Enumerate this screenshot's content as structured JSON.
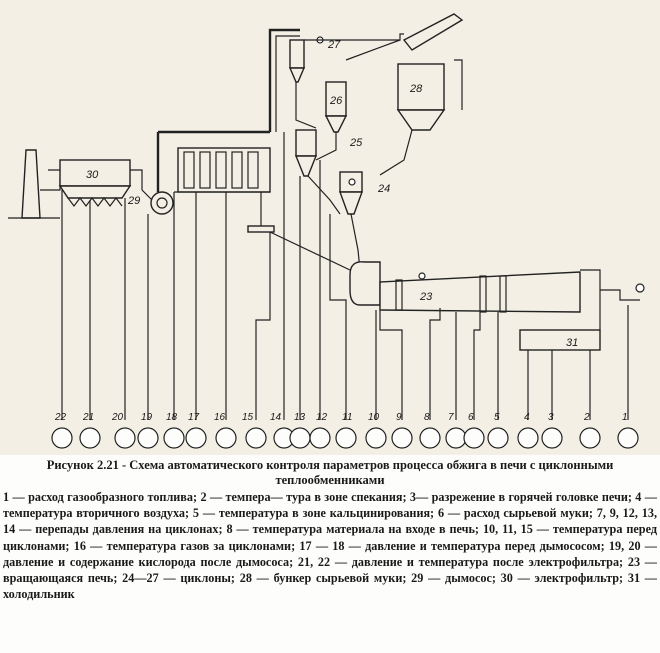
{
  "caption": "Рисунок 2.21 - Схема автоматического контроля параметров процесса обжига в печи с циклонными теплообменниками",
  "legend": "1 — расход газообразного топлива; 2 — темпера— тура в зоне спекания; 3— разрежение в горячей головке печи; 4 — температура вторичного воздуха; 5 — температура в зоне кальцинирования; 6 — расход сырьевой муки; 7, 9, 12, 13, 14 — перепады давления на циклонах; 8 — температура материала на входе в печь; 10, 11, 15 — температура перед циклонами; 16 — температура газов за циклонами; 17 — 18 — давление и температура перед дымососом; 19, 20 — давление и содержание кислорода после дымососа; 21, 22 — давление и температура после электрофильтра; 23 — вращающаяся печь; 24—27 — циклоны; 28 — бункер сырьевой муки; 29 — дымосос; 30 — электрофильтр; 31 — холодильник",
  "gauges": [
    "22",
    "21",
    "20",
    "19",
    "18",
    "17",
    "16",
    "15",
    "14",
    "13",
    "12",
    "11",
    "10",
    "9",
    "8",
    "7",
    "6",
    "5",
    "4",
    "3",
    "2",
    "1"
  ],
  "units": {
    "u23": "23",
    "u24": "24",
    "u25": "25",
    "u26": "26",
    "u27": "27",
    "u28": "28",
    "u29": "29",
    "u30": "30",
    "u31": "31"
  }
}
